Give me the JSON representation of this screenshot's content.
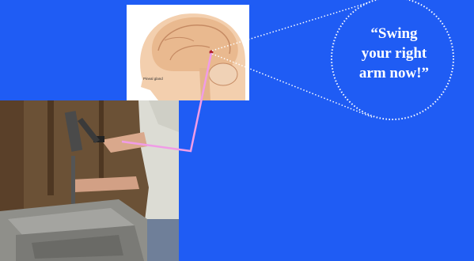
{
  "speech_bubble": {
    "line1": "“Swing",
    "line2": "your right",
    "line3": "arm now!”"
  },
  "brain_illustration": {
    "gland_label": "Pineal gland"
  },
  "colors": {
    "background": "#1f5cf4",
    "signal_line": "#f09ce6",
    "bubble_dots": "#ffffff"
  }
}
